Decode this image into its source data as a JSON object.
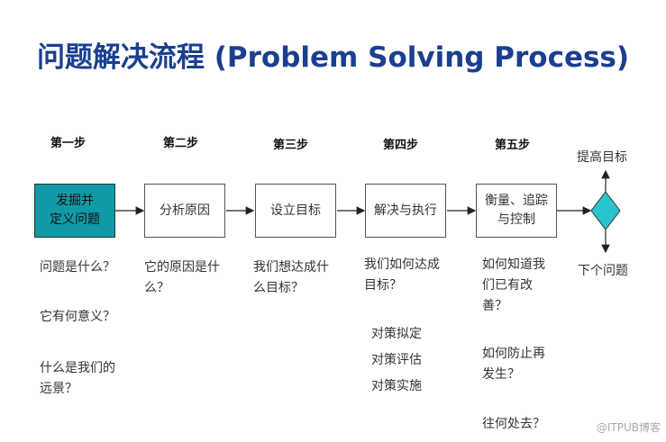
{
  "title": "问题解决流程 (Problem Solving Process)",
  "steps": [
    {
      "label": "第一步",
      "box": "发掘并\n定义问题",
      "questions": [
        "问题是什么？",
        "它有何意义？",
        "什么是我们的\n远景？"
      ]
    },
    {
      "label": "第二步",
      "box": "分析原因",
      "questions": [
        "它的原因是什\n么？"
      ]
    },
    {
      "label": "第三步",
      "box": "设立目标",
      "questions": [
        "我们想达成什\n么目标？"
      ]
    },
    {
      "label": "第四步",
      "box": "解决与执行",
      "questions": [
        "我们如何达成\n目标？",
        "对策拟定\n对策评估\n对策实施"
      ]
    },
    {
      "label": "第五步",
      "box": "衡量、追踪\n与控制",
      "questions": [
        "如何知道我\n们已有改\n善？",
        "如何防止再\n发生？",
        "往何处去？"
      ]
    }
  ],
  "decision": {
    "up_label": "提高目标",
    "down_label": "下个问题"
  },
  "colors": {
    "title": "#1b3f8f",
    "active_box": "#0f9aa6",
    "diamond": "#29c4cf"
  },
  "watermark": "@ITPUB博客"
}
